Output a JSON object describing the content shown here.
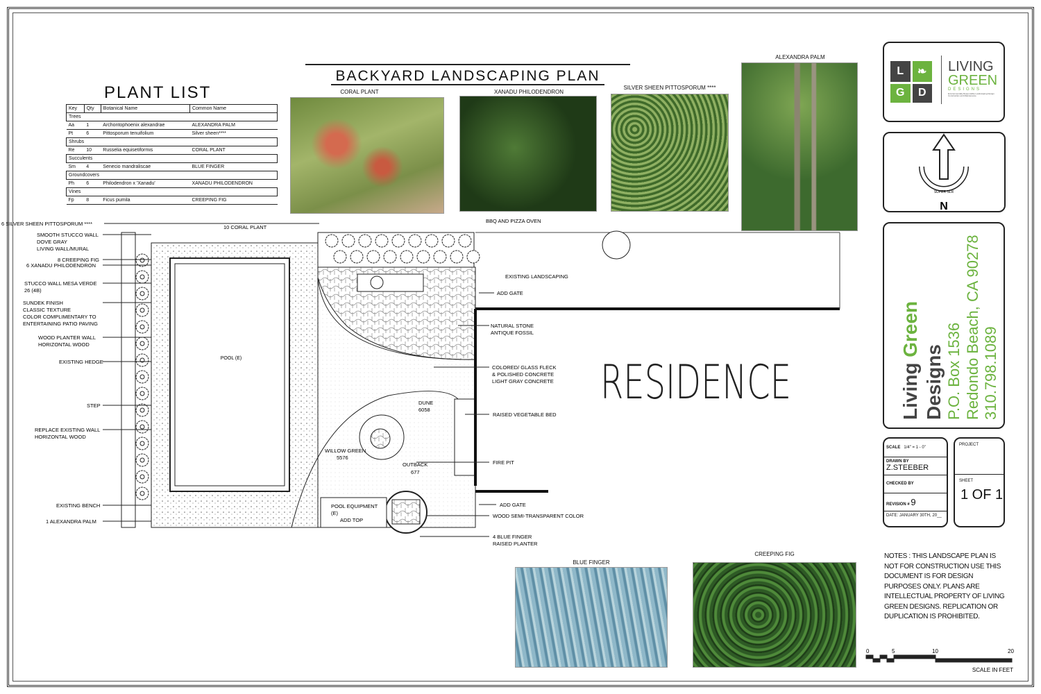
{
  "title": "BACKYARD LANDSCAPING PLAN",
  "plant_list": {
    "title": "PLANT LIST",
    "headers": [
      "Key",
      "Qty",
      "Botanical Name",
      "Common Name"
    ],
    "rows": [
      {
        "group": "Trees"
      },
      {
        "key": "Aa",
        "qty": "1",
        "botanical": "Archontophoenix alexandrae",
        "common": "ALEXANDRA PALM"
      },
      {
        "key": "Pt",
        "qty": "6",
        "botanical": "Pittosporum tenuifolium",
        "common": "Silver sheen****"
      },
      {
        "group": "Shrubs"
      },
      {
        "key": "Re",
        "qty": "10",
        "botanical": "Russelia equisetiformis",
        "common": "CORAL PLANT"
      },
      {
        "group": "Succulents"
      },
      {
        "key": "Sm",
        "qty": "4",
        "botanical": "Senecio mandraliscae",
        "common": "BLUE FINGER"
      },
      {
        "group": "Groundcovers"
      },
      {
        "key": "Ph",
        "qty": "6",
        "botanical": "Philodendron x 'Xanadu'",
        "common": "XANADU PHILODENDRON"
      },
      {
        "group": "Vines"
      },
      {
        "key": "Fp",
        "qty": "8",
        "botanical": "Ficus pumila",
        "common": "CREEPING FIG"
      }
    ]
  },
  "photos": {
    "coral": "CORAL PLANT",
    "xanadu": "XANADU PHILODENDRON",
    "silver": "SILVER SHEEN PITTOSPORUM ****",
    "palm": "ALEXANDRA PALM",
    "blue": "BLUE FINGER",
    "fig": "CREEPING FIG"
  },
  "logo": {
    "letters": [
      "L",
      "G",
      "D",
      ""
    ],
    "line1": "LIVING",
    "line2": "GREEN",
    "line3": "DESIGNS",
    "tagline": "Environmentally Responsible Landscaping Design Construction and Maintenance"
  },
  "north": {
    "label": "N",
    "badge": "SUPER SLR"
  },
  "company": {
    "name_a": "Living ",
    "name_b": "Green",
    "name_c": " Designs",
    "po": "P.O. Box 1536",
    "city": "Redondo Beach, CA 90278",
    "phone": "310.798.1089"
  },
  "title_block": {
    "scale_label": "SCALE",
    "scale": "1/4\" = 1 - 0\"",
    "drawn_label": "DRAWN BY",
    "drawn": "Z.STEEBER",
    "checked_label": "CHECKED BY",
    "revision_label": "REVISION #",
    "revision": "9",
    "date": "DATE: JANUARY 30TH, 20__",
    "project_label": "PROJECT",
    "sheet_label": "SHEET",
    "sheet": "1 OF 1"
  },
  "notes": "NOTES : THIS LANDSCAPE PLAN IS NOT FOR CONSTRUCTION USE THIS DOCUMENT IS FOR DESIGN PURPOSES ONLY. PLANS ARE INTELLECTUAL PROPERTY OF LIVING GREEN DESIGNS. REPLICATION OR DUPLICATION IS PROHIBITED.",
  "scale_bar": {
    "ticks": [
      "0",
      "5",
      "10",
      "20"
    ],
    "label": "SCALE IN FEET"
  },
  "plan": {
    "residence": "RESIDENCE",
    "pool": "POOL (E)",
    "left_callouts": [
      "6 SILVER SHEEN PITTOSPORUM ****",
      "SMOOTH STUCCO WALL",
      "DOVE GRAY",
      "LIVING WALL/MURAL",
      "8 CREEPING FIG",
      "6 XANADU PHILODENDRON",
      "STUCCO WALL MESA VERDE",
      "26 (4B)",
      "SUNDEK FINISH",
      "CLASSIC TEXTURE",
      "COLOR COMPLIMENTARY TO",
      "ENTERTAINING PATIO PAVING",
      "WOOD PLANTER WALL",
      "HORIZONTAL WOOD",
      "EXISTING HEDGE",
      "STEP",
      "REPLACE EXISTING WALL",
      "HORIZONTAL WOOD",
      "EXISTING BENCH",
      "1 ALEXANDRA PALM"
    ],
    "right_callouts": [
      "10 CORAL PLANT",
      "BBQ AND PIZZA OVEN",
      "EXISTING LANDSCAPING",
      "ADD GATE",
      "NATURAL STONE",
      "ANTIQUE FOSSIL",
      "COLORED/ GLASS FLECK",
      "& POLISHED CONCRETE",
      "LIGHT GRAY CONCRETE",
      "RAISED VEGETABLE BED",
      "FIRE PIT",
      "ADD GATE",
      "WOOD SEMI-TRANSPARENT COLOR",
      "4 BLUE FINGER",
      "RAISED PLANTER"
    ],
    "turf": [
      "DUNE",
      "6058",
      "WILLOW GREEN",
      "5576",
      "OUTBACK",
      "677"
    ],
    "equipment": [
      "POOL EQUIPMENT",
      "(E)",
      "ADD TOP"
    ]
  }
}
